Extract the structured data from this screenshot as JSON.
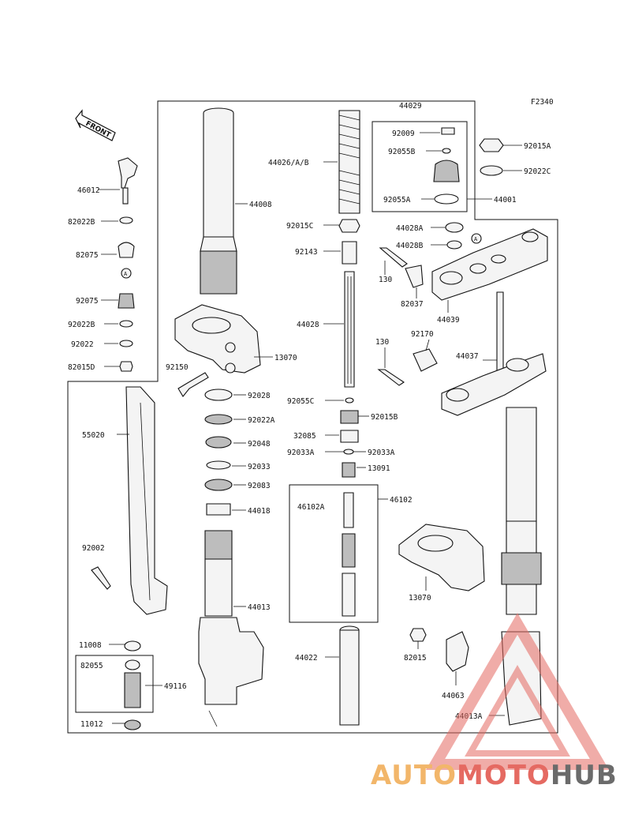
{
  "figure_code": "F2340",
  "front_label": "FRONT",
  "ref_marker": "A",
  "labels": {
    "p44029": "44029",
    "p92009": "92009",
    "p92055B": "92055B",
    "p92055A": "92055A",
    "p44001": "44001",
    "p92015A": "92015A",
    "p92022C": "92022C",
    "p44026": "44026/A/B",
    "p44008": "44008",
    "p92015C": "92015C",
    "p92143": "92143",
    "p46012": "46012",
    "p82022B_1": "82022B",
    "p82075_1": "82075",
    "p92075": "92075",
    "p92022B": "92022B",
    "p92022": "92022",
    "p82015D": "82015D",
    "p44028A": "44028A",
    "p44028B": "44028B",
    "p130_1": "130",
    "p82037": "82037",
    "p44039": "44039",
    "p44028": "44028",
    "p13070_1": "13070",
    "p92150": "92150",
    "p92170": "92170",
    "p130_2": "130",
    "p44037": "44037",
    "p92028": "92028",
    "p92022A": "92022A",
    "p92048": "92048",
    "p92033": "92033",
    "p92083": "92083",
    "p44018": "44018",
    "p55020": "55020",
    "p92055C": "92055C",
    "p92015B": "92015B",
    "p32085": "32085",
    "p92033A_1": "92033A",
    "p92033A_2": "92033A",
    "p13091": "13091",
    "p46102": "46102",
    "p46102A": "46102A",
    "p92002": "92002",
    "p13070_2": "13070",
    "p44013": "44013",
    "p11008": "11008",
    "p82055": "82055",
    "p49116": "49116",
    "p11012": "11012",
    "p44022": "44022",
    "p82015": "82015",
    "p44063": "44063",
    "p44013A": "44013A"
  },
  "watermark": {
    "part1": "AUTO",
    "part2": "MOTO",
    "part3": "HUB"
  },
  "colors": {
    "watermark_orange": "#f2b66a",
    "watermark_red": "#e56a62",
    "watermark_gray": "#6b6b6b"
  }
}
